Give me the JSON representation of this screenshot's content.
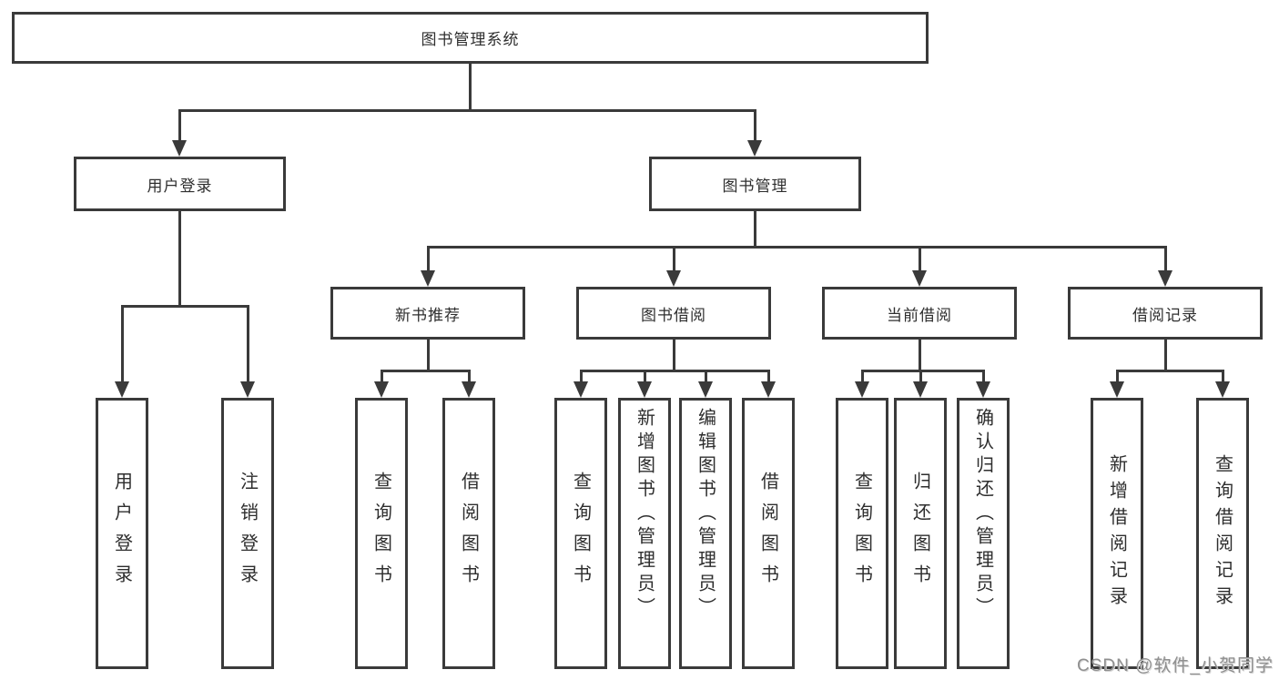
{
  "diagram": {
    "root": {
      "label": "图书管理系统"
    },
    "branches": [
      {
        "label": "用户登录",
        "children": [
          {
            "label": "用户登录"
          },
          {
            "label": "注销登录"
          }
        ]
      },
      {
        "label": "图书管理",
        "children": [
          {
            "label": "新书推荐",
            "children": [
              {
                "label": "查询图书"
              },
              {
                "label": "借阅图书"
              }
            ]
          },
          {
            "label": "图书借阅",
            "children": [
              {
                "label": "查询图书"
              },
              {
                "label": "新增图书（管理员）"
              },
              {
                "label": "编辑图书（管理员）"
              },
              {
                "label": "借阅图书"
              }
            ]
          },
          {
            "label": "当前借阅",
            "children": [
              {
                "label": "查询图书"
              },
              {
                "label": "归还图书"
              },
              {
                "label": "确认归还（管理员）"
              }
            ]
          },
          {
            "label": "借阅记录",
            "children": [
              {
                "label": "新增借阅记录"
              },
              {
                "label": "查询借阅记录"
              }
            ]
          }
        ]
      }
    ]
  },
  "colors": {
    "line": "#3a3a3a",
    "background": "#ffffff",
    "watermark": "#8f8f8f"
  },
  "watermark": {
    "text": "CSDN @软件_小贺同学"
  }
}
